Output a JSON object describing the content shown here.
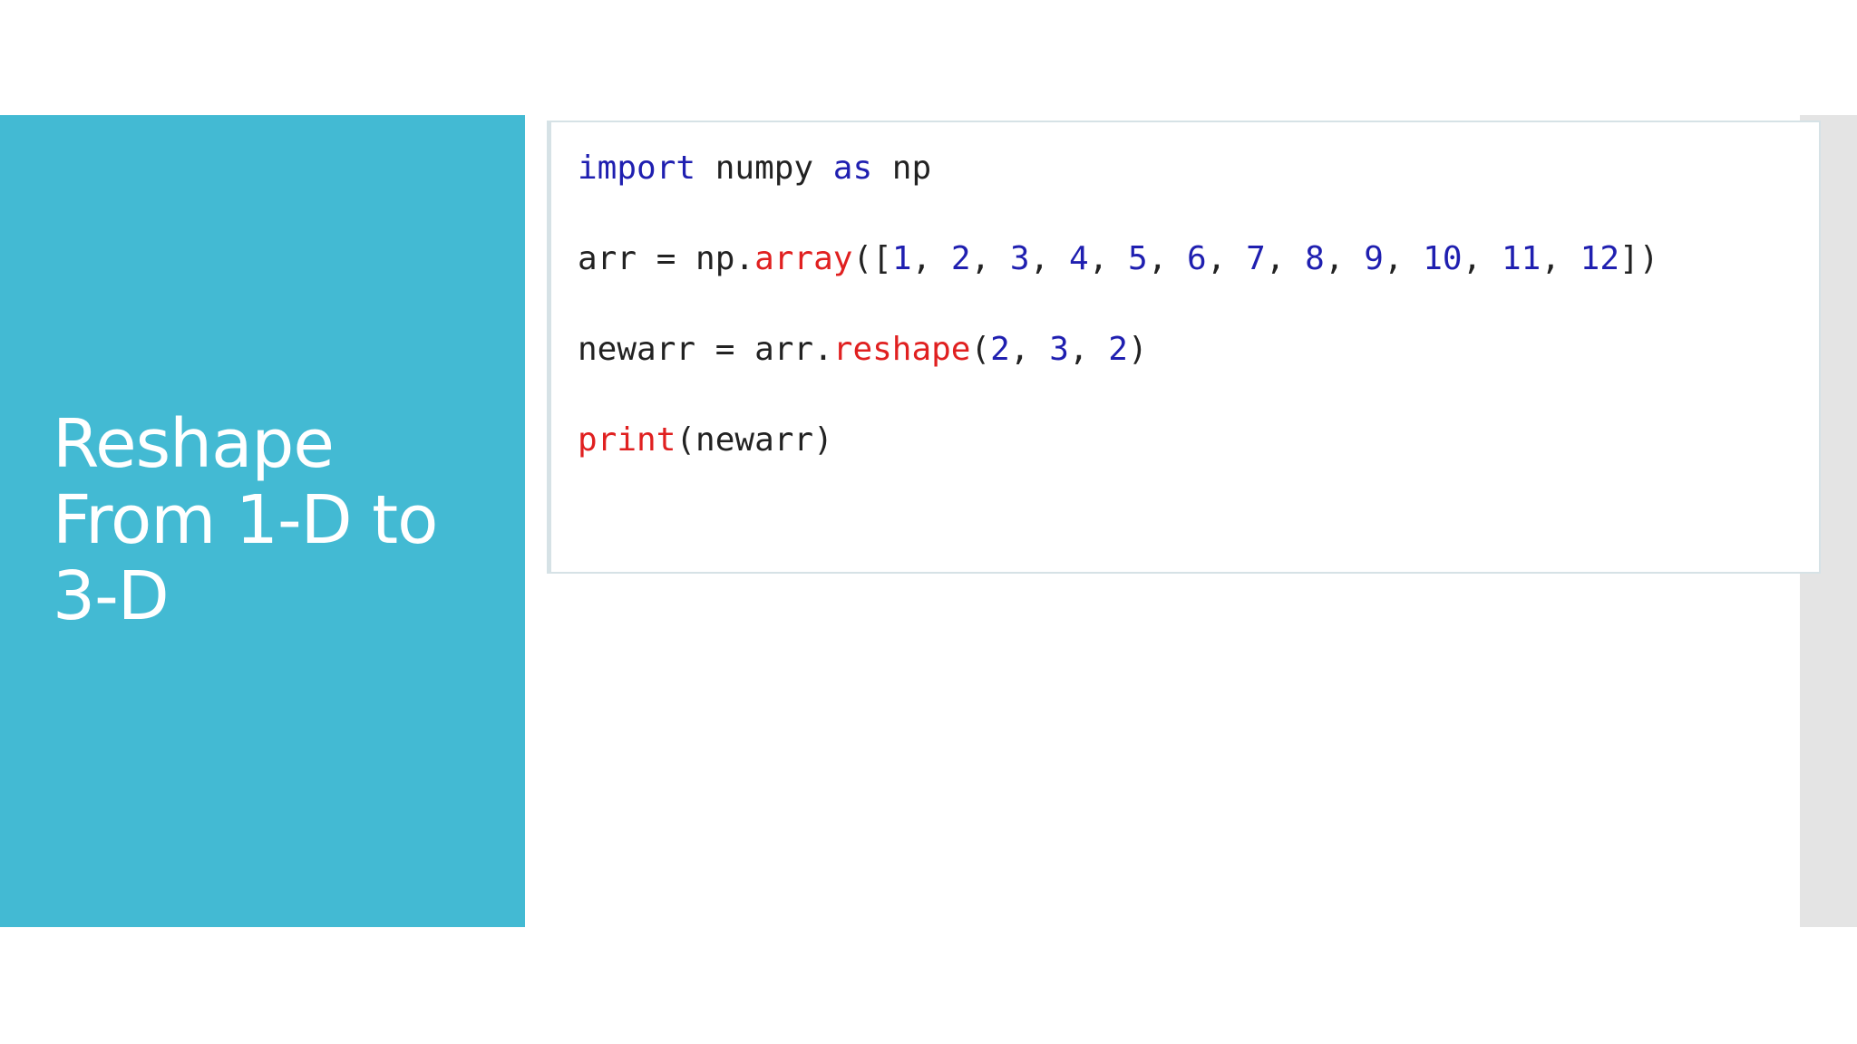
{
  "slide": {
    "title": "Reshape\nFrom 1-D to\n3-D"
  },
  "code": {
    "line1": {
      "kw_import": "import",
      "module": " numpy ",
      "kw_as": "as",
      "alias": " np"
    },
    "line2": {
      "prefix": "arr = np.",
      "fn": "array",
      "open": "([",
      "n1": "1",
      "n2": "2",
      "n3": "3",
      "n4": "4",
      "n5": "5",
      "n6": "6",
      "n7": "7",
      "n8": "8",
      "n9": "9",
      "n10": "10",
      "n11": "11",
      "n12": "12",
      "sep": ", ",
      "close": "])"
    },
    "line3": {
      "prefix": "newarr = arr.",
      "fn": "reshape",
      "open": "(",
      "n1": "2",
      "n2": "3",
      "n3": "2",
      "sep": ", ",
      "close": ")"
    },
    "line4": {
      "fn": "print",
      "args": "(newarr)"
    }
  },
  "colors": {
    "title_panel": "#43BAD3",
    "keyword": "#1F1FB0",
    "function": "#E02020",
    "side_strip": "#E4E4E4"
  }
}
